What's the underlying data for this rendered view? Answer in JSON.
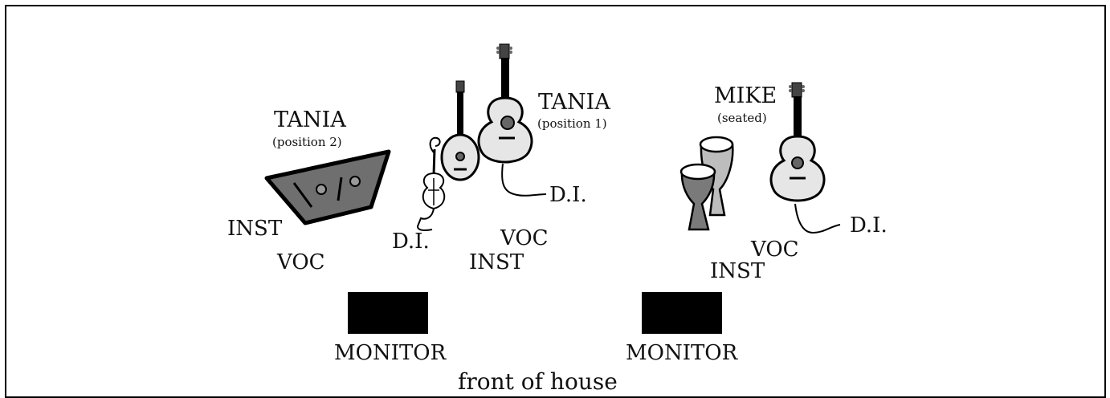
{
  "performers": {
    "tania_pos2": {
      "name": "TANIA",
      "note": "(position 2)"
    },
    "tania_pos1": {
      "name": "TANIA",
      "note": "(position 1)"
    },
    "mike": {
      "name": "MIKE",
      "note": "(seated)"
    }
  },
  "inputs": {
    "left_inst": "INST",
    "left_voc": "VOC",
    "center_di_violin": "D.I.",
    "center_di_guitar": "D.I.",
    "center_voc": "VOC",
    "center_inst": "INST",
    "right_di": "D.I.",
    "right_voc": "VOC",
    "right_inst": "INST"
  },
  "monitors": {
    "left": "MONITOR",
    "right": "MONITOR"
  },
  "front_of_house": "front of house",
  "colors": {
    "line": "#000000",
    "guitar_body": "#e6e6e6",
    "zither_fill": "#6f6f6f",
    "drum_light": "#bdbdbd",
    "drum_dark": "#7a7a7a",
    "monitor_fill": "#000000"
  },
  "icons": [
    "zither-icon",
    "violin-icon",
    "mandolin-icon",
    "acoustic-guitar-icon",
    "djembe-icon"
  ]
}
